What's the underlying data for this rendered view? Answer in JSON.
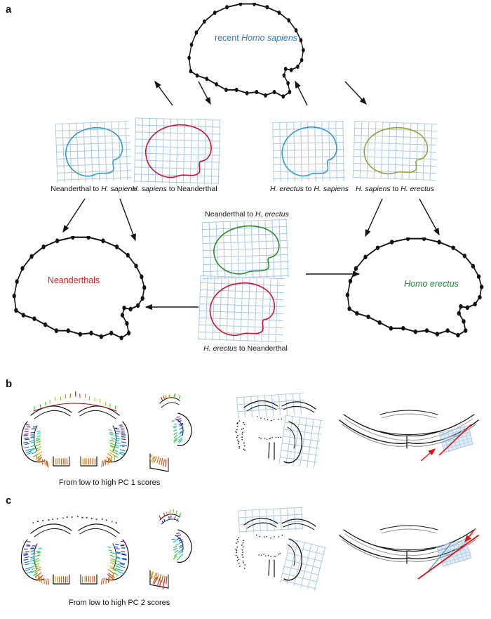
{
  "colors": {
    "sapiens": "#2e7ec6",
    "neanderthals": "#e81a1e",
    "erectus": "#1c8a34",
    "grid": "#a9c8e4",
    "outline_blue": "#2f9bd0",
    "outline_red": "#d01030",
    "outline_green": "#2f8a28",
    "outline_olive": "#93a433",
    "arrow": "#141414",
    "red_annotation": "#e01010"
  },
  "panel_a": {
    "label": "a",
    "node_sapiens": [
      {
        "t": "recent ",
        "i": 0
      },
      {
        "t": "Homo sapiens",
        "i": 1
      }
    ],
    "node_neanderthals": [
      {
        "t": "Neanderthals",
        "i": 0
      }
    ],
    "node_erectus": [
      {
        "t": "Homo erectus",
        "i": 1
      }
    ],
    "cap_neand_to_sap": [
      {
        "t": "Neanderthal to ",
        "i": 0
      },
      {
        "t": "H. sapiens",
        "i": 1
      }
    ],
    "cap_sap_to_neand": [
      {
        "t": "H. sapiens",
        "i": 1
      },
      {
        "t": " to Neanderthal",
        "i": 0
      }
    ],
    "cap_erec_to_sap": [
      {
        "t": "H. erectus",
        "i": 1
      },
      {
        "t": " to ",
        "i": 0
      },
      {
        "t": "H. sapiens",
        "i": 1
      }
    ],
    "cap_sap_to_erec": [
      {
        "t": "H. sapiens",
        "i": 1
      },
      {
        "t": " to ",
        "i": 0
      },
      {
        "t": "H. erectus",
        "i": 1
      }
    ],
    "cap_neand_to_erec": [
      {
        "t": "Neanderthal to ",
        "i": 0
      },
      {
        "t": "H. erectus",
        "i": 1
      }
    ],
    "cap_erec_to_neand": [
      {
        "t": "H. erectus",
        "i": 1
      },
      {
        "t": " to Neanderthal",
        "i": 0
      }
    ]
  },
  "panel_b": {
    "label": "b",
    "caption": "From low to high PC 1 scores"
  },
  "panel_c": {
    "label": "c",
    "caption": "From low to high PC 2 scores"
  }
}
